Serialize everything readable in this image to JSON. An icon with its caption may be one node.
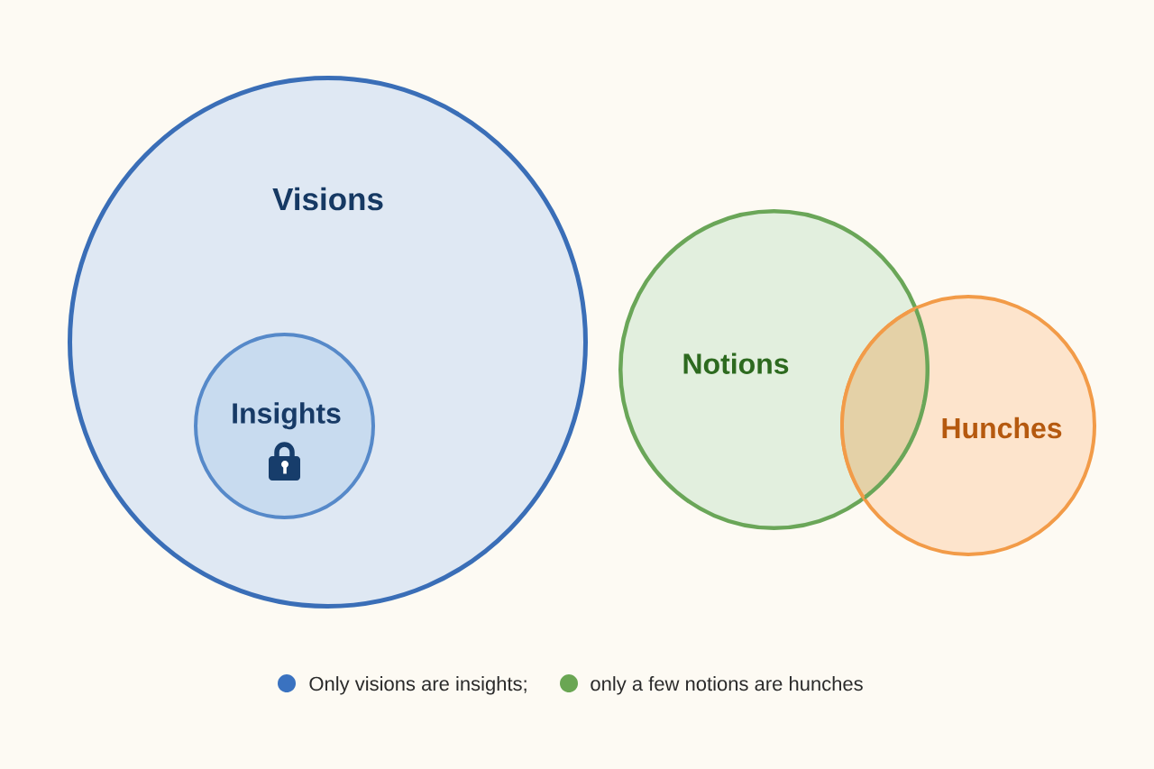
{
  "diagram": {
    "nodes": [
      {
        "text": [
          "Visions"
        ]
      },
      {
        "text": [
          "Insights"
        ],
        "in": 0
      },
      {
        "text": [
          "Notions"
        ]
      },
      {
        "text": [
          "Hunches"
        ]
      }
    ],
    "legend": [
      {
        "text": "Only visions are insights;",
        "color": "#3a72c0"
      },
      {
        "text": "only a few notions are hunches",
        "color": "#6aa653"
      }
    ]
  }
}
